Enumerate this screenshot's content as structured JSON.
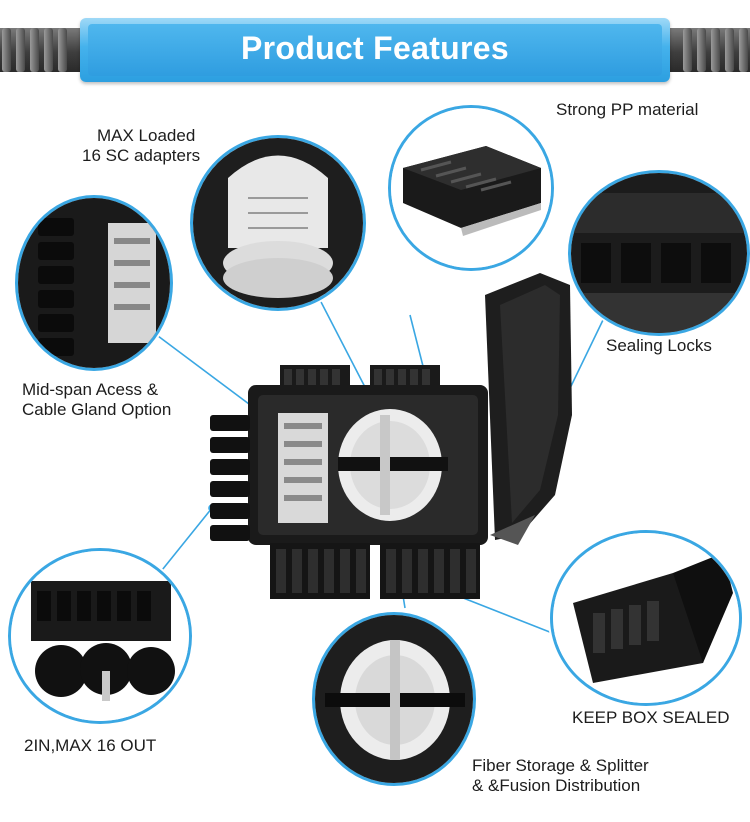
{
  "banner": {
    "title": "Product Features"
  },
  "labels": {
    "strong_pp": "Strong PP material",
    "max_loaded_1": "MAX Loaded",
    "max_loaded_2": "16 SC adapters",
    "sealing_locks": "Sealing Locks",
    "mid_span_1": "Mid-span Acess &",
    "mid_span_2": "Cable Gland Option",
    "in_out": "2IN,MAX 16 OUT",
    "keep_sealed": "KEEP BOX SEALED",
    "fiber_storage_1": "Fiber Storage & Splitter",
    "fiber_storage_2": "& &Fusion Distribution"
  },
  "colors": {
    "accent": "#3aa7e3",
    "banner": "#2f9de0",
    "product": "#1c1c1c",
    "tray": "#e9e9e9"
  },
  "icons": [
    "product-enclosure-image",
    "splice-tray-image",
    "pp-housing-image",
    "sealing-lock-image",
    "adapter-panel-image",
    "cable-gland-image",
    "latch-image",
    "fiber-tray-image"
  ]
}
